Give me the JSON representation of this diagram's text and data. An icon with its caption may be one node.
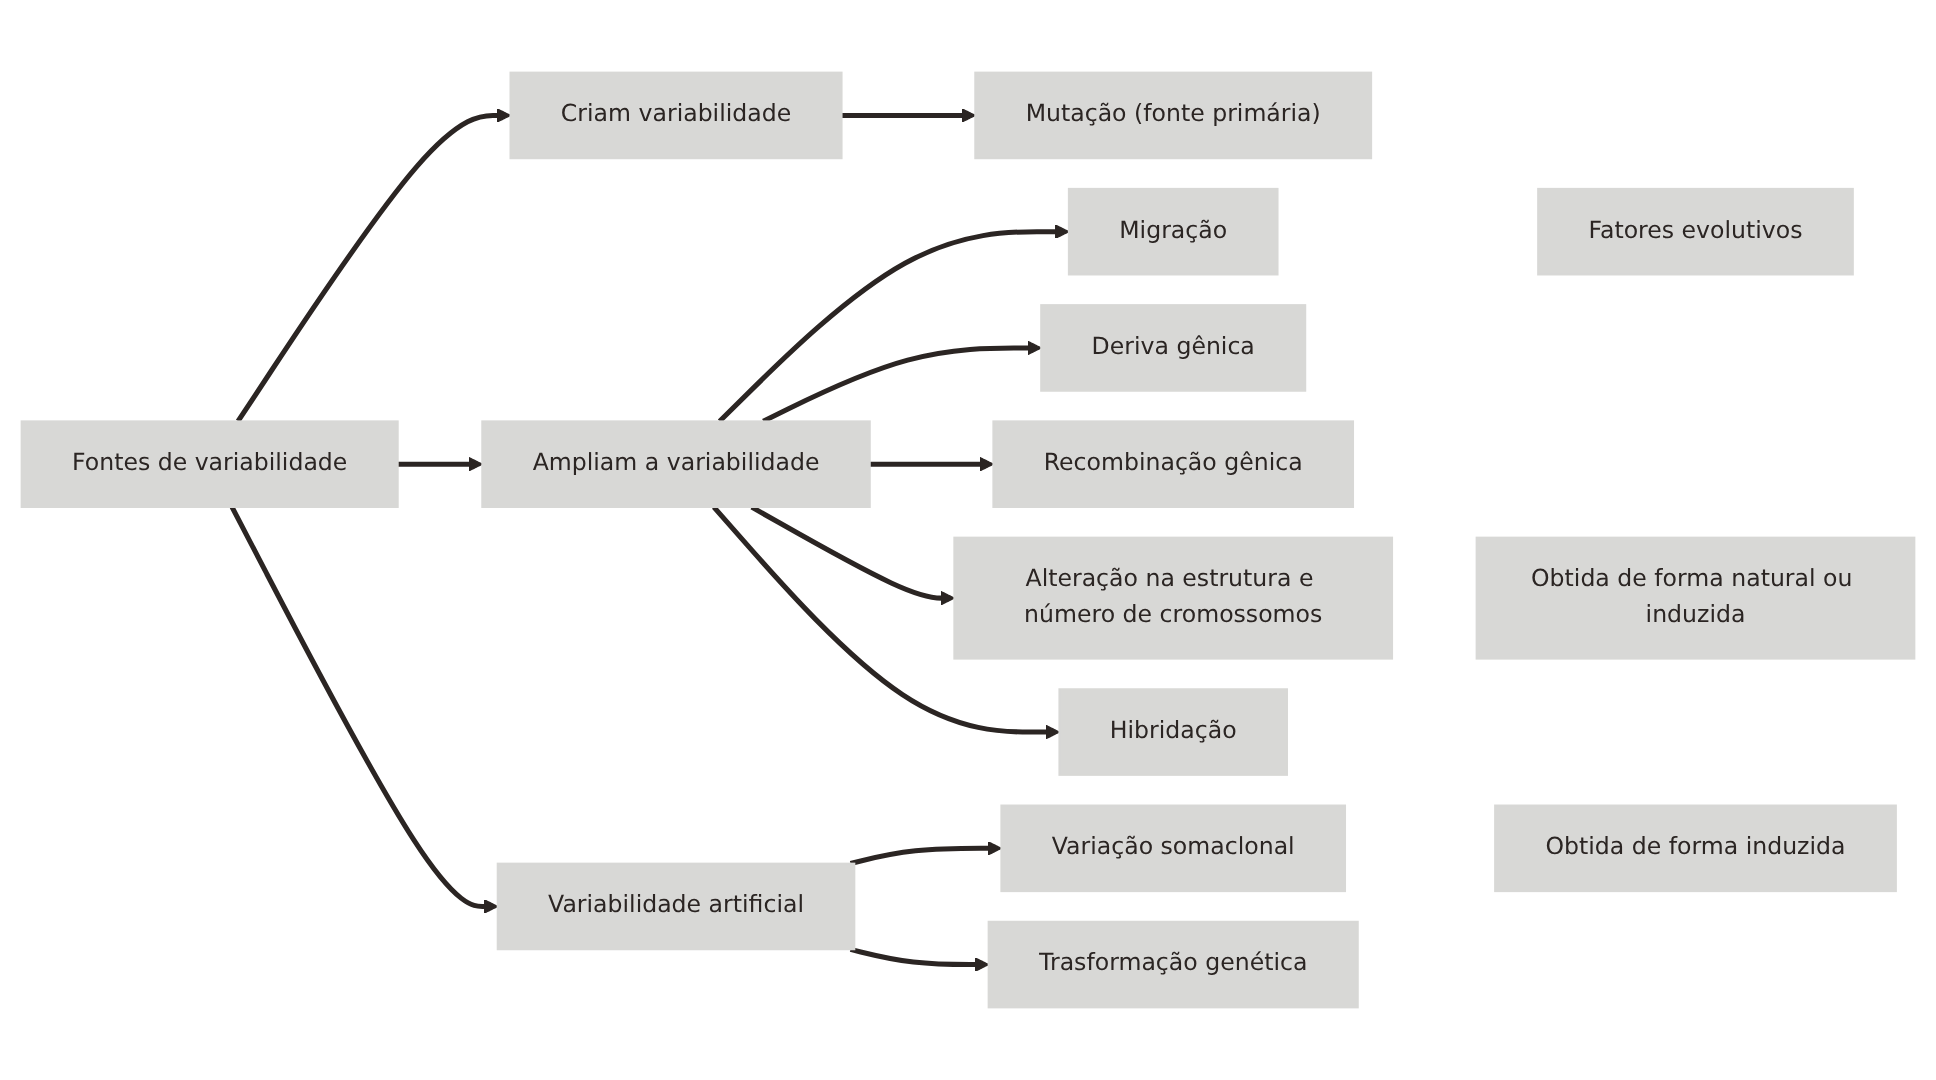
{
  "diagram": {
    "nodes": [
      {
        "text": [
          "Fontes de variabilidade"
        ]
      },
      {
        "text": [
          "Criam variabilidade"
        ]
      },
      {
        "text": [
          "Ampliam a variabilidade"
        ]
      },
      {
        "text": [
          "Variabilidade artificial"
        ]
      },
      {
        "text": [
          "Mutação (fonte primária)"
        ]
      },
      {
        "text": [
          "Migração"
        ]
      },
      {
        "text": [
          "Deriva gênica"
        ]
      },
      {
        "text": [
          "Recombinação gênica"
        ]
      },
      {
        "text": [
          "Alteração na estrutura e número de cromossomos"
        ]
      },
      {
        "text": [
          "Hibridação"
        ]
      },
      {
        "text": [
          "Variação somaclonal"
        ]
      },
      {
        "text": [
          "Trasformação genética"
        ]
      },
      {
        "text": [
          "Fatores evolutivos"
        ]
      },
      {
        "text": [
          "Obtida de forma natural ou induzida"
        ]
      },
      {
        "text": [
          "Obtida de forma induzida"
        ]
      }
    ],
    "edges": [
      {
        "from": 0,
        "to": 1,
        "arrow": "to"
      },
      {
        "from": 0,
        "to": 2,
        "arrow": "to"
      },
      {
        "from": 0,
        "to": 3,
        "arrow": "to"
      },
      {
        "from": 1,
        "to": 4,
        "arrow": "to"
      },
      {
        "from": 2,
        "to": 5,
        "arrow": "to"
      },
      {
        "from": 2,
        "to": 6,
        "arrow": "to"
      },
      {
        "from": 2,
        "to": 7,
        "arrow": "to"
      },
      {
        "from": 2,
        "to": 8,
        "arrow": "to"
      },
      {
        "from": 2,
        "to": 9,
        "arrow": "to"
      },
      {
        "from": 3,
        "to": 10,
        "arrow": "to"
      },
      {
        "from": 3,
        "to": 11,
        "arrow": "to"
      }
    ]
  }
}
